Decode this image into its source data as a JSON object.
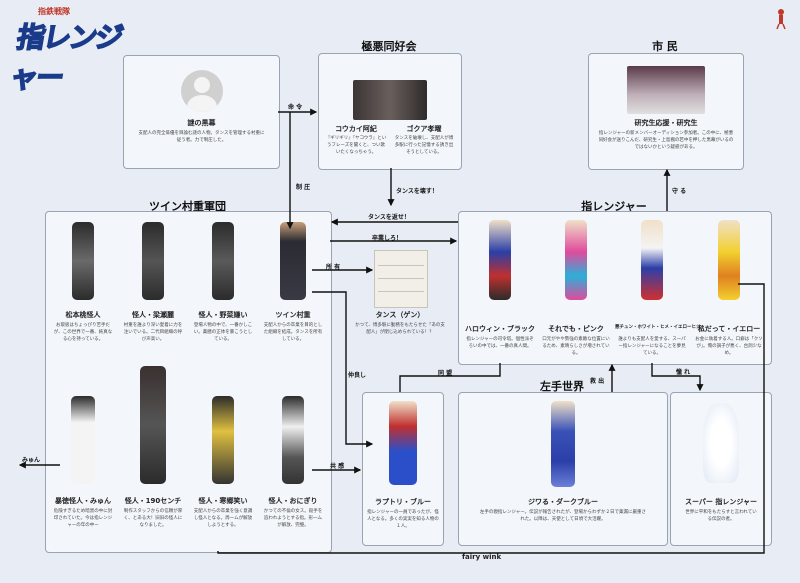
{
  "header": {
    "logo_sub": "指鉄戦隊",
    "logo_main": "指レンジャー",
    "footer_brand": "fairy wink"
  },
  "groups": {
    "boss": {
      "name": "謎の黒幕",
      "desc": "支配人の完全俳優を目論む謎の人物。タンスを管理する村重に従う者。力で制圧した。"
    },
    "gokuaku": {
      "title": "極悪同好会",
      "members": [
        {
          "name": "コウカイ阿紀",
          "desc": "『ギリギリ』『ヤコウラ』というフレーズを聞くと、つい歌いたくなっちゃう。"
        },
        {
          "name": "ゴクア孝曜",
          "desc": "タンスを破壊し、支配人が博多駅に行った記憶する誘き出そうとしている。"
        }
      ]
    },
    "shimin": {
      "title": "市 民",
      "member_name": "研究生応援・研究生",
      "desc": "指レンジャーの新メンバーオーディション参加者。この中に、極悪同好会が送りこんだ、研究生・上島楓の若中を押した黒幕がいるのではないかという疑惑がある。"
    },
    "twin": {
      "title": "ツイン村重軍団",
      "members": [
        {
          "name": "松本桃怪人",
          "desc": "お取扱はちょっぴり苦手だが、この世界で一番、純真なる心を持っている。"
        },
        {
          "name": "怪人・梁瀬麗",
          "desc": "村重を誰より深い愛着に力を注いでいる。二代目組織の呼び声高い。"
        },
        {
          "name": "怪人・野菜嫌い",
          "desc": "登場人物の中で、一番かしこい。薬膳の正体を暴こうとしている。"
        },
        {
          "name": "ツイン村重",
          "desc": "支配人からの卒業を目的とした組織を結成。タンスを所有している。"
        },
        {
          "name": "暴徳怪人・みゅん",
          "desc": "危険すぎるため暗黒の中に封印されていた。今は指レンジャーの年の中ー"
        },
        {
          "name": "怪人・190センチ",
          "desc": "制作スタッフからの信頼が厚く、とある大！旧旧の怪人になりました。"
        },
        {
          "name": "怪人・寒郷笑い",
          "desc": "支配人からの卒業を強く意識し怪人となる。周一ムが解放しようとする。"
        },
        {
          "name": "怪人・おにぎり",
          "desc": "かつての不倫の女ス。殺手を追われようとする指。形一ムが解放、完璧。"
        }
      ]
    },
    "tansu": {
      "name": "タンス（ゲン）",
      "desc": "かつて、博多駅に勤務をもたらせた「あの支配人」が閉じ込められている！？"
    },
    "yubi": {
      "title": "指レンジャー",
      "members": [
        {
          "name": "ハロウィン・ブラック",
          "desc": "指レンジャーの司令塔。個性派ぞろいの中では、一番の真人間。"
        },
        {
          "name": "それでも・ピンク",
          "desc": "口元がやや勢強の素敵な位置にいるため、素晴らしさが増されている。"
        },
        {
          "name": "悪チュン・ホワイト・ヒメ・イエローヒジャ",
          "desc": "誰よりも支配人を愛する、スーパー指レンジャーになることを夢見ている。"
        },
        {
          "name": "私だって・イエロー",
          "desc": "お金に執着する人。口癖は「クソが」。俺の調子が悪く、台詞少なめ。"
        }
      ]
    },
    "hidari": {
      "title": "左手世界",
      "members": [
        {
          "name": "ジワる・ダークブルー",
          "desc": "左手の親指レンジャー。伝説が報告されたが、登場からわずか２日で薬漏に厳重された。以降は、天使として日頃で大活躍。"
        }
      ]
    },
    "raputori": {
      "name": "ラプトリ・ブルー",
      "desc": "指レンジャーの一員であったが、怪人となる。多くの実実を知る人物の１人。"
    },
    "super": {
      "name": "スーパー 指レンジャー",
      "desc": "世界に平和をもたらすと言われている伝説の者。"
    }
  },
  "relations": {
    "command": "命 令",
    "suppress": "制 圧",
    "own": "所 有",
    "break_tansu": "タンスを壊す！",
    "return_tansu": "タンスを返せ！",
    "graduate": "卒業しろ！",
    "protect": "守 る",
    "friends": "仲良し",
    "alliance": "同 盟",
    "rescue": "救 出",
    "admire": "憧 れ",
    "coexist": "共 感",
    "myun": "みゅん"
  },
  "colors": {
    "background": "#e8edf5",
    "logo_yellow": "#f1c40f",
    "logo_blue": "#1a3a8a",
    "line": "#111111"
  }
}
